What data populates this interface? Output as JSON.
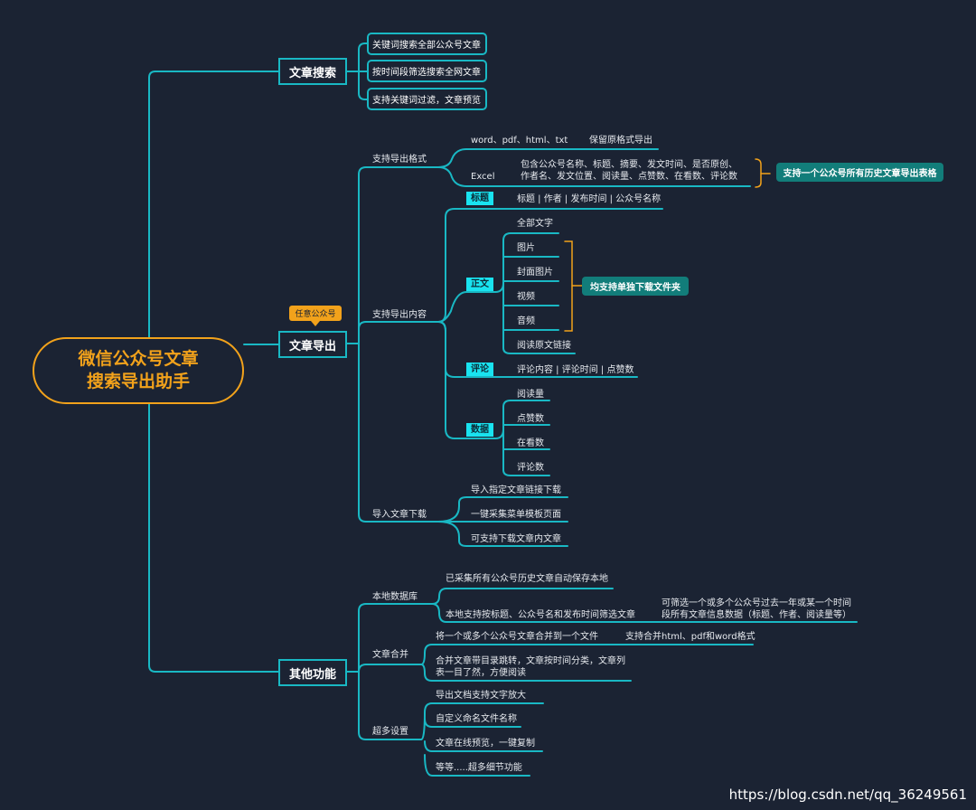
{
  "root": {
    "line1": "微信公众号文章",
    "line2": "搜索导出助手"
  },
  "search": {
    "label": "文章搜索",
    "items": [
      "关键词搜索全部公众号文章",
      "按时间段筛选搜索全网文章",
      "支持关键词过滤，文章预览"
    ]
  },
  "export": {
    "label": "文章导出",
    "callout": "任意公众号",
    "formats": {
      "label": "支持导出格式",
      "word_formats": "word、pdf、html、txt",
      "word_note": "保留原格式导出",
      "excel": "Excel",
      "excel_desc1": "包含公众号名称、标题、摘要、发文时间、是否原创、",
      "excel_desc2": "作者名、发文位置、阅读量、点赞数、在看数、评论数",
      "excel_note": "支持一个公众号所有历史文章导出表格"
    },
    "content": {
      "label": "支持导出内容",
      "title_tag": "标题",
      "title_desc": "标题 | 作者 | 发布时间 | 公众号名称",
      "body_tag": "正文",
      "body_items": [
        "全部文字",
        "图片",
        "封面图片",
        "视频",
        "音频",
        "阅读原文链接"
      ],
      "body_note": "均支持单独下载文件夹",
      "comment_tag": "评论",
      "comment_desc": "评论内容 | 评论时间 | 点赞数",
      "data_tag": "数据",
      "data_items": [
        "阅读量",
        "点赞数",
        "在看数",
        "评论数"
      ]
    },
    "import": {
      "label": "导入文章下载",
      "items": [
        "导入指定文章链接下载",
        "一键采集菜单模板页面",
        "可支持下载文章内文章"
      ]
    }
  },
  "other": {
    "label": "其他功能",
    "db": {
      "label": "本地数据库",
      "item1": "已采集所有公众号历史文章自动保存本地",
      "item2": "本地支持按标题、公众号名和发布时间筛选文章",
      "item2_note1": "可筛选一个或多个公众号过去一年或某一个时间",
      "item2_note2": "段所有文章信息数据（标题、作者、阅读量等）"
    },
    "merge": {
      "label": "文章合并",
      "item1": "将一个或多个公众号文章合并到一个文件",
      "item1_note": "支持合并html、pdf和word格式",
      "item2_line1": "合并文章带目录跳转，文章按时间分类，文章列",
      "item2_line2": "表一目了然，方便阅读"
    },
    "more": {
      "label": "超多设置",
      "items": [
        "导出文档支持文字放大",
        "自定义命名文件名称",
        "文章在线预览，一键复制",
        "等等.....超多细节功能"
      ]
    }
  },
  "watermark": "https://blog.csdn.net/qq_36249561",
  "colors": {
    "background": "#1b2333",
    "line": "#19b8c4",
    "accent": "#f2a21b",
    "tag": "#19e3f0",
    "note": "#127d7a"
  }
}
